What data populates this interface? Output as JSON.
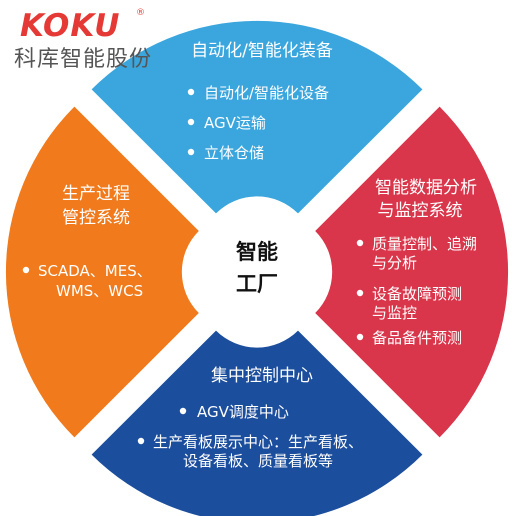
{
  "logo": {
    "mark": "KOKU",
    "registered": "®",
    "company": "科库智能股份"
  },
  "center": {
    "line1": "智能",
    "line2": "工厂"
  },
  "colors": {
    "top": "#3aa6dd",
    "right": "#d9364b",
    "bottom": "#1c4e9e",
    "left": "#f07a1c",
    "logo": "#e53935"
  },
  "segments": {
    "top": {
      "title": "自动化/智能化装备",
      "items": [
        "自动化/智能化设备",
        "AGV运输",
        "立体仓储"
      ]
    },
    "right": {
      "title_lines": [
        "智能数据分析",
        "与监控系统"
      ],
      "items": [
        [
          "质量控制、追溯",
          "与分析"
        ],
        [
          "设备故障预测",
          "与监控"
        ],
        [
          "备品备件预测"
        ]
      ]
    },
    "bottom": {
      "title": "集中控制中心",
      "items": [
        [
          "AGV调度中心"
        ],
        [
          "生产看板展示中心：生产看板、",
          "设备看板、质量看板等"
        ]
      ]
    },
    "left": {
      "title_lines": [
        "生产过程",
        "管控系统"
      ],
      "items": [
        [
          "SCADA、MES、",
          "WMS、WCS"
        ]
      ]
    }
  }
}
